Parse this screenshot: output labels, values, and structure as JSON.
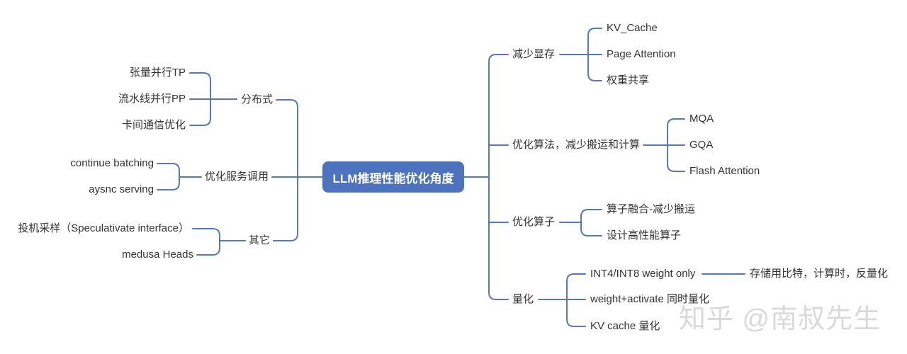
{
  "root": {
    "label": "LLM推理性能优化角度"
  },
  "watermark": {
    "text": "知乎 @南叔先生"
  },
  "colors": {
    "node_fill": "#4E73BE",
    "line": "#5577C5",
    "text": "#333333",
    "watermark": "#D9D9D9"
  },
  "left": [
    {
      "label": "分布式",
      "children": [
        {
          "label": "张量并行TP"
        },
        {
          "label": "流水线并行PP"
        },
        {
          "label": "卡间通信优化"
        }
      ]
    },
    {
      "label": "优化服务调用",
      "children": [
        {
          "label": "continue batching"
        },
        {
          "label": "aysnc serving"
        }
      ]
    },
    {
      "label": "其它",
      "children": [
        {
          "label": "投机采样（Speculativate interface）"
        },
        {
          "label": "medusa Heads"
        }
      ]
    }
  ],
  "right": [
    {
      "label": "减少显存",
      "children": [
        {
          "label": "KV_Cache"
        },
        {
          "label": "Page Attention"
        },
        {
          "label": "权重共享"
        }
      ]
    },
    {
      "label": "优化算法，减少搬运和计算",
      "children": [
        {
          "label": "MQA"
        },
        {
          "label": "GQA"
        },
        {
          "label": "Flash Attention"
        }
      ]
    },
    {
      "label": "优化算子",
      "children": [
        {
          "label": "算子融合-减少搬运"
        },
        {
          "label": "设计高性能算子"
        }
      ]
    },
    {
      "label": "量化",
      "children": [
        {
          "label": "INT4/INT8 weight only",
          "children": [
            {
              "label": "存储用比特，计算时，反量化"
            }
          ]
        },
        {
          "label": "weight+activate 同时量化"
        },
        {
          "label": "KV cache 量化"
        }
      ]
    }
  ]
}
